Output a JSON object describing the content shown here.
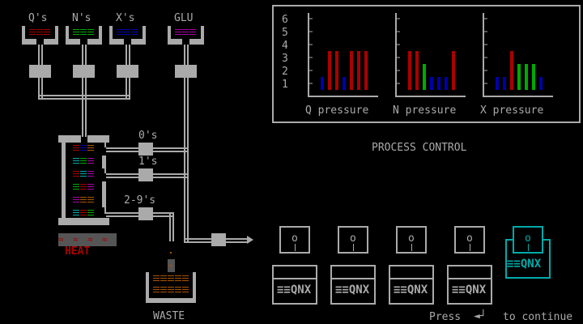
{
  "colors": {
    "red": "#aa0000",
    "green": "#00aa00",
    "blue": "#0000aa",
    "magenta": "#aa00aa",
    "cyan": "#00aaaa",
    "orange": "#aa5500",
    "gray": "#aaaaaa",
    "heat_bg": "#555555"
  },
  "hoppers": [
    {
      "label": "Q's",
      "color": "#aa0000"
    },
    {
      "label": "N's",
      "color": "#00aa00"
    },
    {
      "label": "X's",
      "color": "#0000aa"
    },
    {
      "label": "GLU",
      "color": "#aa00aa"
    }
  ],
  "column_rows": [
    [
      "#aa0000",
      "#0000aa",
      "#aa5500"
    ],
    [
      "#00aaaa",
      "#00aa00",
      "#aa00aa"
    ],
    [
      "#aa0000",
      "#00aaaa",
      "#aa00aa"
    ],
    [
      "#00aa00",
      "#aa0000",
      "#aa00aa"
    ],
    [
      "#aa00aa",
      "#aa5500",
      "#aa5500"
    ],
    [
      "#00aaaa",
      "#aa0000",
      "#00aa00"
    ]
  ],
  "outlets": [
    {
      "label": "0's"
    },
    {
      "label": "1's"
    },
    {
      "label": "2-9's"
    }
  ],
  "heat": {
    "symbol": "≈",
    "label": "HEAT"
  },
  "waste": {
    "label": "WASTE"
  },
  "process_control": {
    "title": "PROCESS CONTROL"
  },
  "chart_data": {
    "type": "bar",
    "title": "",
    "ylim": [
      0,
      6
    ],
    "yticks": [
      "1",
      "2",
      "3",
      "4",
      "5",
      "6"
    ],
    "baseline": 0.5,
    "grid": false,
    "charts": [
      {
        "xlabel": "Q pressure",
        "bars": [
          {
            "value": 1.5,
            "color": "#0000aa"
          },
          {
            "value": 3.5,
            "color": "#aa0000"
          },
          {
            "value": 3.5,
            "color": "#aa0000"
          },
          {
            "value": 1.5,
            "color": "#0000aa"
          },
          {
            "value": 3.5,
            "color": "#aa0000"
          },
          {
            "value": 3.5,
            "color": "#aa0000"
          },
          {
            "value": 3.5,
            "color": "#aa0000"
          }
        ]
      },
      {
        "xlabel": "N pressure",
        "bars": [
          {
            "value": 3.5,
            "color": "#aa0000"
          },
          {
            "value": 3.5,
            "color": "#aa0000"
          },
          {
            "value": 2.5,
            "color": "#00aa00"
          },
          {
            "value": 1.5,
            "color": "#0000aa"
          },
          {
            "value": 1.5,
            "color": "#0000aa"
          },
          {
            "value": 1.5,
            "color": "#0000aa"
          },
          {
            "value": 3.5,
            "color": "#aa0000"
          }
        ]
      },
      {
        "xlabel": "X pressure",
        "bars": [
          {
            "value": 1.5,
            "color": "#0000aa"
          },
          {
            "value": 1.5,
            "color": "#0000aa"
          },
          {
            "value": 3.5,
            "color": "#aa0000"
          },
          {
            "value": 2.5,
            "color": "#00aa00"
          },
          {
            "value": 2.5,
            "color": "#00aa00"
          },
          {
            "value": 2.5,
            "color": "#00aa00"
          },
          {
            "value": 1.5,
            "color": "#0000aa"
          }
        ]
      }
    ]
  },
  "slots": [
    {
      "knob": "o",
      "label": "≡≡QNX",
      "selected": false
    },
    {
      "knob": "o",
      "label": "≡≡QNX",
      "selected": false
    },
    {
      "knob": "o",
      "label": "≡≡QNX",
      "selected": false
    },
    {
      "knob": "o",
      "label": "≡≡QNX",
      "selected": false
    },
    {
      "knob": "o",
      "label": "≡≡QNX",
      "selected": true
    }
  ],
  "footer": {
    "press": "Press",
    "enter_icon": "◄┘",
    "continue": "to continue"
  }
}
